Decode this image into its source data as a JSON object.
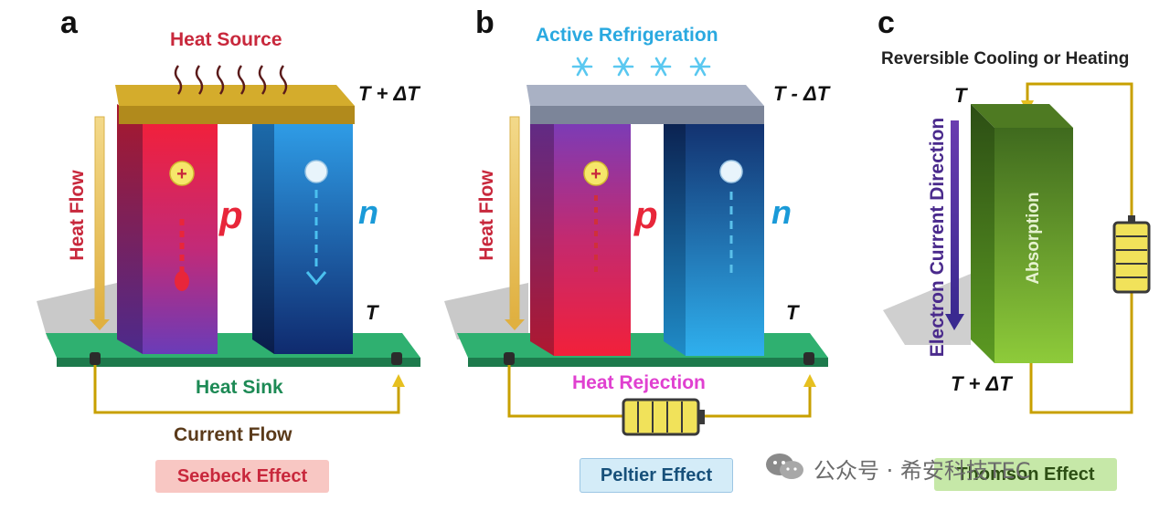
{
  "panel_a": {
    "letter": "a",
    "heat_source": "Heat Source",
    "temp_top": "T + ΔT",
    "temp_bottom": "T",
    "heat_flow": "Heat Flow",
    "p_label": "p",
    "n_label": "n",
    "heat_sink": "Heat Sink",
    "current_flow": "Current Flow",
    "effect": "Seebeck Effect"
  },
  "panel_b": {
    "letter": "b",
    "title": "Active Refrigeration",
    "temp_top": "T - ΔT",
    "temp_bottom": "T",
    "heat_flow": "Heat Flow",
    "p_label": "p",
    "n_label": "n",
    "heat_rejection": "Heat Rejection",
    "effect": "Peltier Effect"
  },
  "panel_c": {
    "letter": "c",
    "title": "Reversible Cooling or Heating",
    "temp_top": "T",
    "temp_bottom": "T + ΔT",
    "electron_direction": "Electron Current Direction",
    "block_label": "Absorption",
    "effect": "Thomson Effect"
  },
  "watermark": "公众号 · 希安科技TEC",
  "colors": {
    "p_type": "#e8263a",
    "n_type": "#1e88d6",
    "heat_sink": "#27a36a",
    "heat_source": "#c9a227",
    "cold_plate": "#9aa4b8",
    "wire": "#c8a000",
    "thomson_block": "#6aa82e",
    "heat_flow_text": "#c8283c",
    "heat_rejection_text": "#e040d0",
    "active_refrigeration_text": "#2aa9e0",
    "electron_arrow": "#5a2c9c"
  }
}
